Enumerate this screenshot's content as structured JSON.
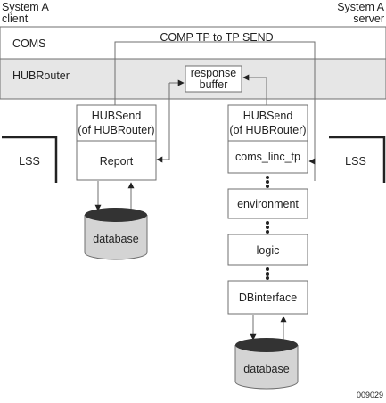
{
  "header": {
    "client": [
      "System A",
      "client"
    ],
    "server": [
      "System A",
      "server"
    ]
  },
  "bands": {
    "coms": "COMS",
    "hubrouter": "HUBRouter"
  },
  "connection_label": "COMP TP to TP SEND",
  "response_buffer": [
    "response",
    "buffer"
  ],
  "client_stack": {
    "hubsend": [
      "HUBSend",
      "(of HUBRouter)"
    ],
    "report": "Report",
    "database": "database"
  },
  "server_stack": {
    "hubsend": [
      "HUBSend",
      "(of HUBRouter)"
    ],
    "coms_linc_tp": "coms_linc_tp",
    "environment": "environment",
    "logic": "logic",
    "dbinterface": "DBinterface",
    "database": "database"
  },
  "lss_left": "LSS",
  "lss_right": "LSS",
  "figure_id": "009029",
  "colors": {
    "band": "#e6e6e6",
    "border": "#6f6f6f",
    "text": "#222222",
    "db_top": "#333333"
  }
}
